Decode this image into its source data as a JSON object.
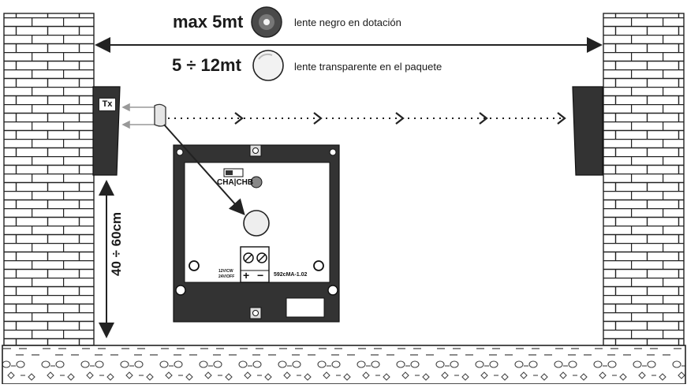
{
  "range_short": {
    "distance": "max 5mt",
    "lens_note": "lente negro en dotación",
    "lens_color": "#555555"
  },
  "range_long": {
    "distance": "5 ÷ 12mt",
    "lens_note": "lente transparente en el paquete",
    "lens_color": "#e8e8e8"
  },
  "transmitter": {
    "label": "Tx"
  },
  "mounting_height": {
    "label": "40 ÷ 60cm"
  },
  "board": {
    "channel_label": "CHA|CHB",
    "terminal_plus": "+",
    "terminal_minus": "−",
    "voltage_label_1": "12V/CW",
    "voltage_label_2": "24V/OFF",
    "model_code": "592cMA-1.02"
  },
  "colors": {
    "wall_fill": "#ffffff",
    "brick_line": "#222222",
    "device_fill": "#333333",
    "beam_color": "#222222"
  }
}
